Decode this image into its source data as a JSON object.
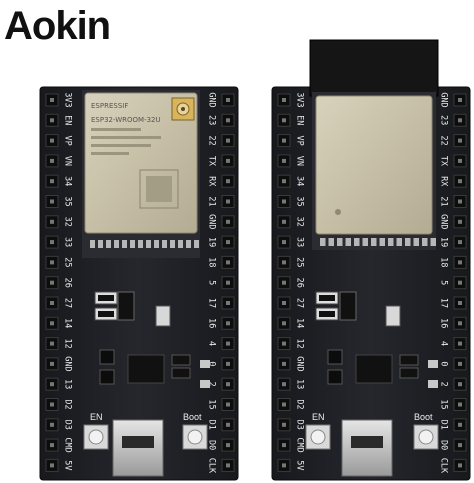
{
  "brand": {
    "logo_text": "Aokin"
  },
  "board_left": {
    "module_brand": "ESPRESSIF",
    "module_model": "ESP32-WROOM-32U",
    "pins_left": [
      "3V3",
      "EN",
      "VP",
      "VN",
      "34",
      "35",
      "32",
      "33",
      "25",
      "26",
      "27",
      "14",
      "12",
      "GND",
      "13",
      "D2",
      "D3",
      "CMD",
      "5V"
    ],
    "pins_right": [
      "GND",
      "23",
      "22",
      "TX",
      "RX",
      "21",
      "GND",
      "19",
      "18",
      "5",
      "17",
      "16",
      "4",
      "0",
      "2",
      "15",
      "D1",
      "D0",
      "CLK"
    ],
    "button_en": "EN",
    "button_boot": "Boot"
  },
  "board_right": {
    "pins_left": [
      "3V3",
      "EN",
      "VP",
      "VN",
      "34",
      "35",
      "32",
      "33",
      "25",
      "26",
      "27",
      "14",
      "12",
      "GND",
      "13",
      "D2",
      "D3",
      "CMD",
      "5V"
    ],
    "pins_right": [
      "GND",
      "23",
      "22",
      "TX",
      "RX",
      "21",
      "GND",
      "19",
      "18",
      "5",
      "17",
      "16",
      "4",
      "0",
      "2",
      "15",
      "D1",
      "D0",
      "CLK"
    ],
    "button_en": "EN",
    "button_boot": "Boot"
  },
  "colors": {
    "pcb": "#1f2126",
    "pin": "#0d0d0d",
    "shield": "#c9c2aa",
    "antenna": "#151515"
  }
}
